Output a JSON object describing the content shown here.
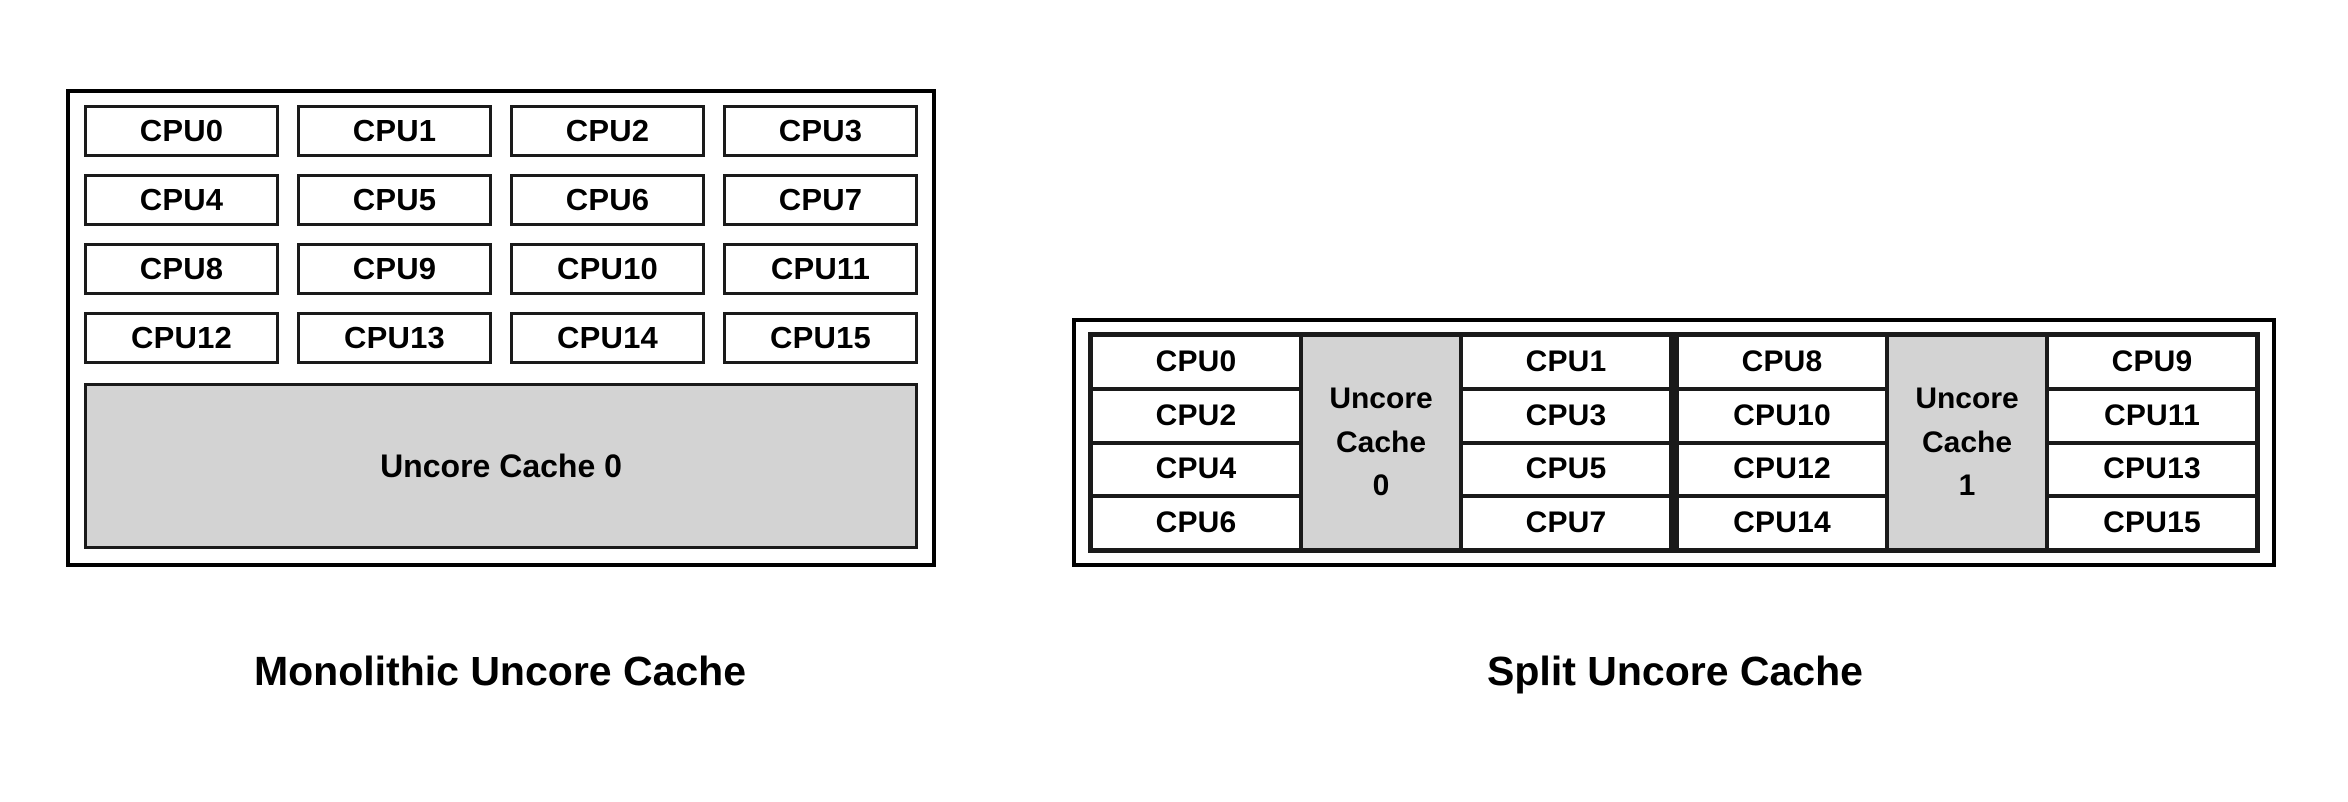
{
  "colors": {
    "cache_fill": "#D3D3D3",
    "border": "#000000",
    "background": "#FFFFFF",
    "text": "#000000"
  },
  "monolithic": {
    "caption": "Monolithic Uncore Cache",
    "cpu_grid": {
      "columns": 4,
      "rows": 4,
      "cells": [
        "CPU0",
        "CPU1",
        "CPU2",
        "CPU3",
        "CPU4",
        "CPU5",
        "CPU6",
        "CPU7",
        "CPU8",
        "CPU9",
        "CPU10",
        "CPU11",
        "CPU12",
        "CPU13",
        "CPU14",
        "CPU15"
      ]
    },
    "cache": {
      "label": "Uncore Cache 0"
    }
  },
  "split": {
    "caption": "Split Uncore Cache",
    "clusters": [
      {
        "left_column": [
          "CPU0",
          "CPU2",
          "CPU4",
          "CPU6"
        ],
        "cache_line1": "Uncore",
        "cache_line2": "Cache",
        "cache_line3": "0",
        "right_column": [
          "CPU1",
          "CPU3",
          "CPU5",
          "CPU7"
        ]
      },
      {
        "left_column": [
          "CPU8",
          "CPU10",
          "CPU12",
          "CPU14"
        ],
        "cache_line1": "Uncore",
        "cache_line2": "Cache",
        "cache_line3": "1",
        "right_column": [
          "CPU9",
          "CPU11",
          "CPU13",
          "CPU15"
        ]
      }
    ]
  }
}
